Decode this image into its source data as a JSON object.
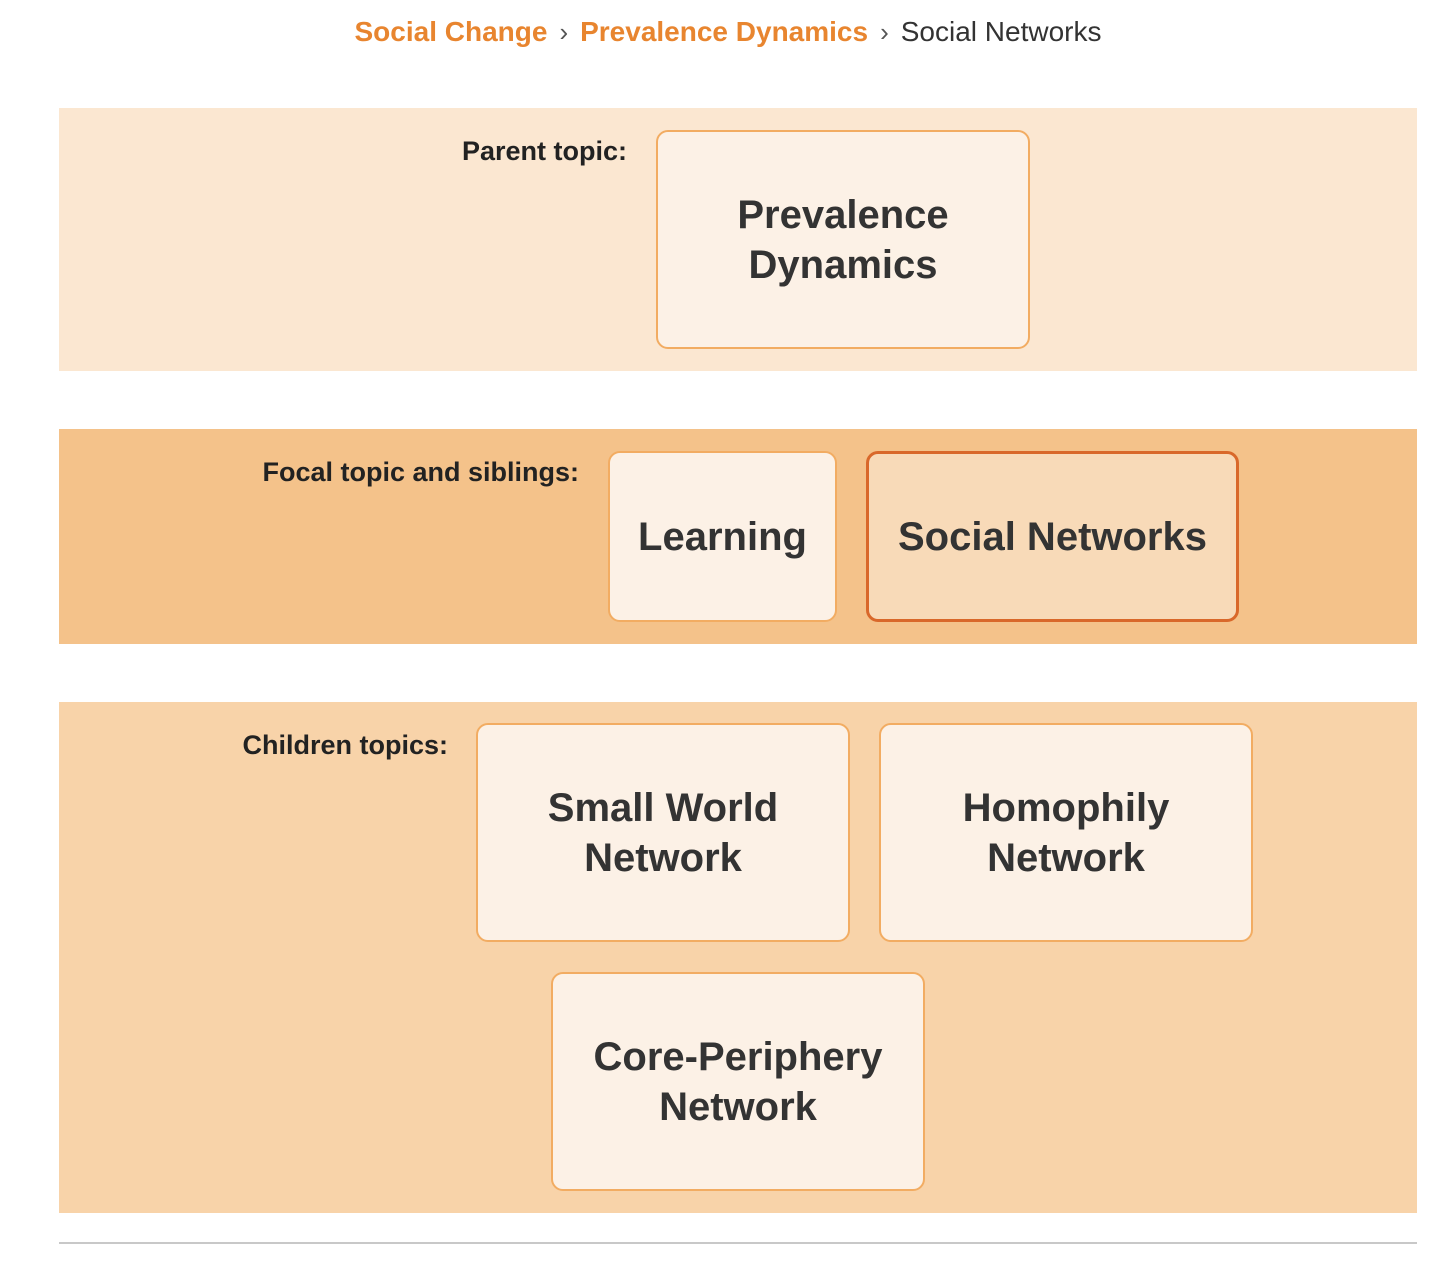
{
  "breadcrumb": {
    "items": [
      {
        "label": "Social Change",
        "link": true
      },
      {
        "label": "Prevalence Dynamics",
        "link": true
      },
      {
        "label": "Social Networks",
        "link": false
      }
    ],
    "separator": "›"
  },
  "parent": {
    "label": "Parent topic:",
    "topics": [
      "Prevalence Dynamics"
    ]
  },
  "focal": {
    "label": "Focal topic and siblings:",
    "topics": [
      "Learning",
      "Social Networks"
    ],
    "current": "Social Networks"
  },
  "children": {
    "label": "Children topics:",
    "topics": [
      "Small World Network",
      "Homophily Network",
      "Core-Periphery Network"
    ]
  },
  "colors": {
    "accent": "#e8852f",
    "parent_band": "#fbe7d1",
    "focal_band": "#f4c28a",
    "children_band": "#f8d3a9",
    "box_fill": "#fcf1e6",
    "box_border": "#f2ac62",
    "focal_box_fill": "#f8dab8",
    "focal_box_border": "#d9682a"
  }
}
